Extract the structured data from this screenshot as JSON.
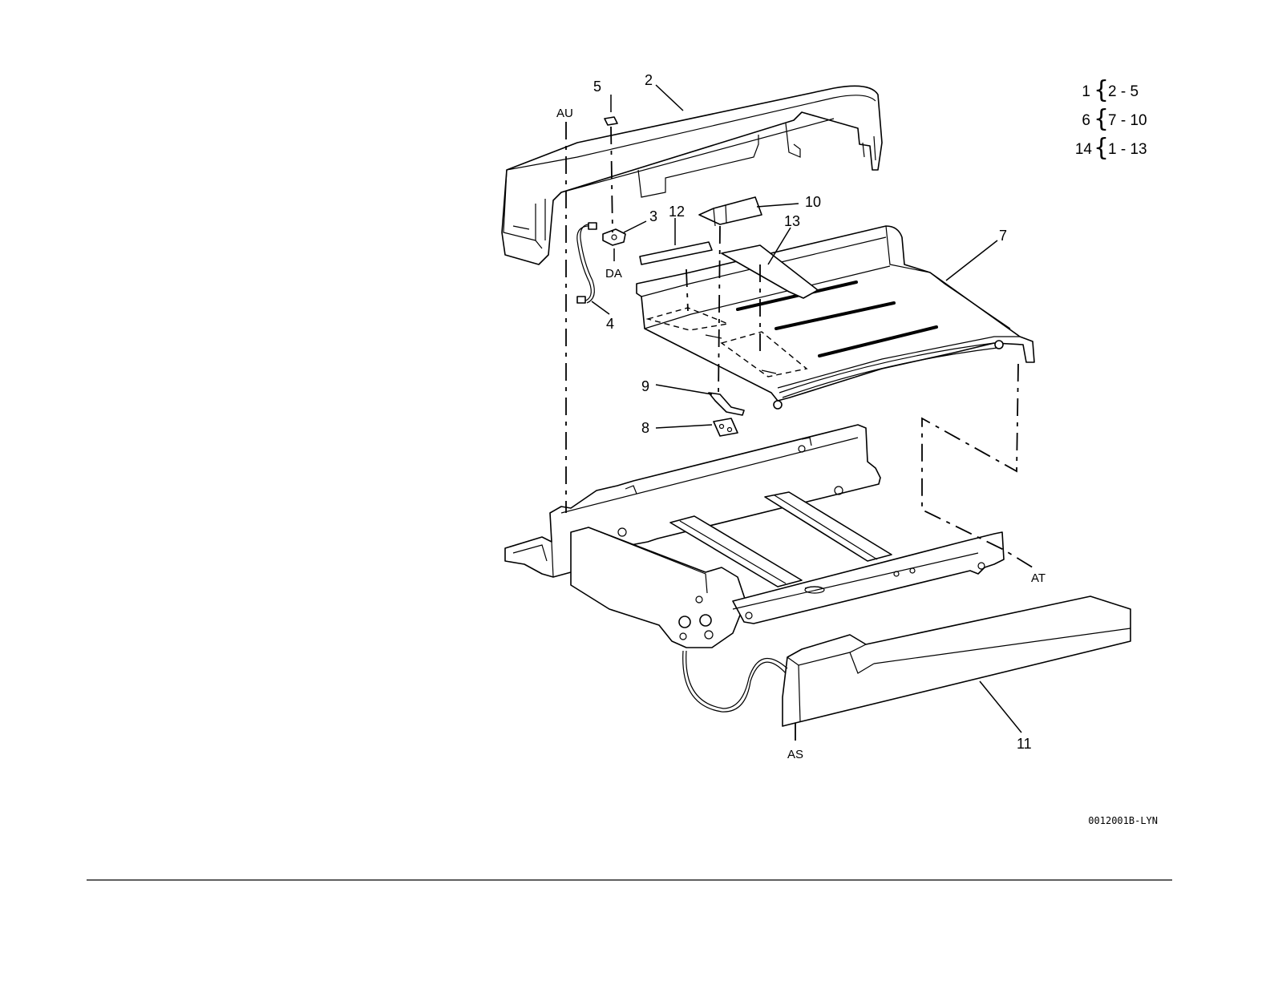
{
  "callouts": {
    "c1": "1",
    "c2": "2",
    "c3": "3",
    "c4": "4",
    "c5": "5",
    "c6": "6",
    "c7": "7",
    "c8": "8",
    "c9": "9",
    "c10": "10",
    "c11": "11",
    "c12": "12",
    "c13": "13",
    "c14": "14"
  },
  "connection_tags": {
    "au": "AU",
    "da": "DA",
    "at": "AT",
    "as": "AS"
  },
  "legend": [
    {
      "assembly": "1",
      "range": "2 - 5"
    },
    {
      "assembly": "6",
      "range": "7 - 10"
    },
    {
      "assembly": "14",
      "range": "1 - 13"
    }
  ],
  "figure_id": "0012001B-LYN",
  "colors": {
    "line": "#000000",
    "background": "#ffffff"
  }
}
